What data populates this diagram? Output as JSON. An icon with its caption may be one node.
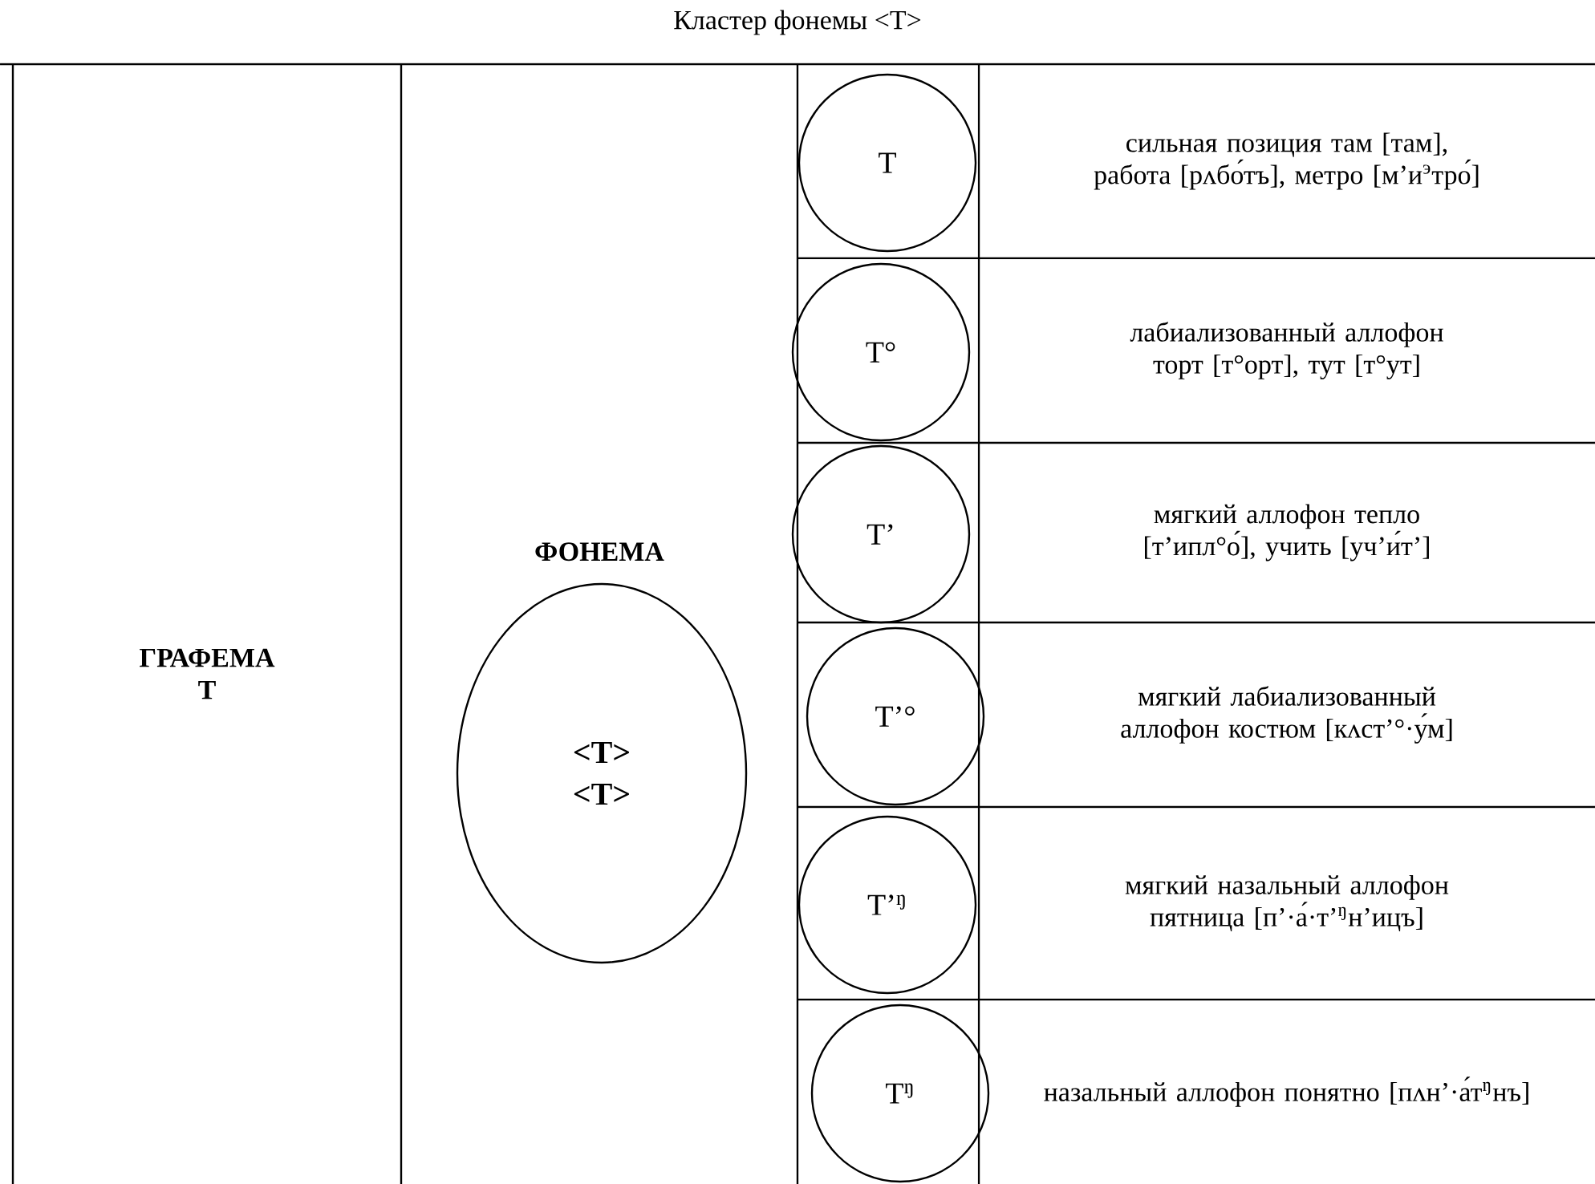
{
  "diagram": {
    "title": "Кластер фонемы <Т>",
    "nodes": [
      {
        "text": [
          "ГРАФЕМА Т"
        ]
      },
      {
        "text": [
          "ФОНЕМА"
        ]
      },
      {
        "text": [
          "<Т>",
          "<Т>"
        ]
      },
      {
        "text": [
          "Т"
        ]
      },
      {
        "text": [
          "Т°"
        ]
      },
      {
        "text": [
          "Т’"
        ]
      },
      {
        "text": [
          "Т’°"
        ]
      },
      {
        "text": [
          "Т’$^{ŋ}$"
        ]
      },
      {
        "text": [
          "Т$^{ŋ}$"
        ]
      }
    ],
    "labels": [
      "сильная позиция там [там], работа [рʌбо́тъ], метро [м’и$^{э}$тро́]",
      "лабиализованный аллофон торт [т°орт], тут [т°ут]",
      "мягкий аллофон тепло [т’ипл°о́], учить [уч’и́т’]",
      "мягкий лабиализованный аллофон костюм [кʌст’°·у́м]",
      "мягкий назальный аллофон пятница [п’·а́·т’$^{ŋ}$н’ицъ]",
      "назальный аллофон понятно [пʌн’·а́т$^{ŋ}$нъ]"
    ]
  }
}
